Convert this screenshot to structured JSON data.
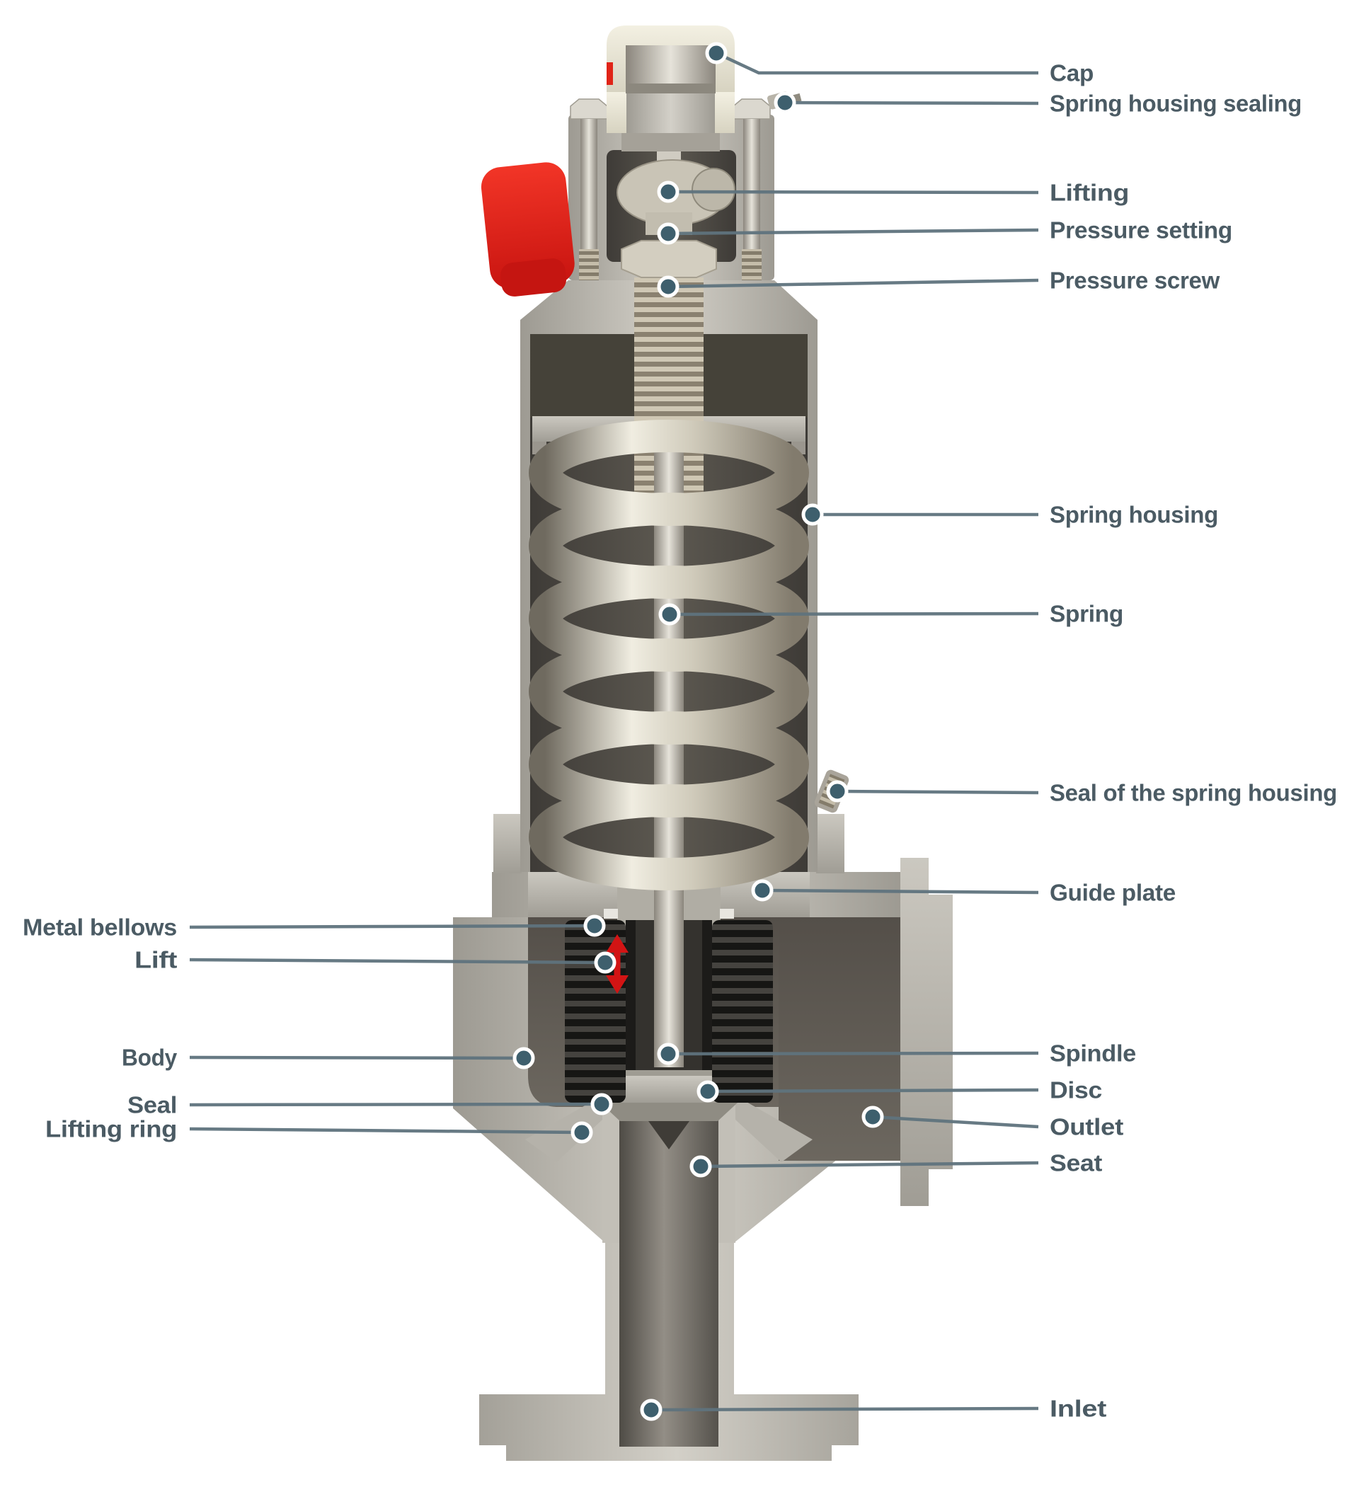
{
  "diagram": {
    "labels_right": [
      {
        "text": "Cap"
      },
      {
        "text": "Spring housing sealing"
      },
      {
        "text": "Lifting"
      },
      {
        "text": "Pressure setting"
      },
      {
        "text": "Pressure screw"
      },
      {
        "text": "Spring housing"
      },
      {
        "text": "Spring"
      },
      {
        "text": "Seal of the spring housing"
      },
      {
        "text": "Guide plate"
      },
      {
        "text": "Spindle"
      },
      {
        "text": "Disc"
      },
      {
        "text": "Outlet"
      },
      {
        "text": "Seat"
      },
      {
        "text": "Inlet"
      }
    ],
    "labels_left": [
      {
        "text": "Metal bellows"
      },
      {
        "text": "Lift"
      },
      {
        "text": "Body"
      },
      {
        "text": "Seal"
      },
      {
        "text": "Lifting ring"
      }
    ],
    "colors": {
      "leader_line": "#5f737d",
      "label_text": "#4b5b64",
      "anchor_dot": "#3e5f6d",
      "lever_red": "#e02417",
      "lift_arrow_red": "#d21414",
      "cap_cream": "#e9e5d5",
      "steel_light": "#c9c6bf",
      "interior_dark": "#4a4742",
      "bellows_black": "#161614"
    }
  }
}
